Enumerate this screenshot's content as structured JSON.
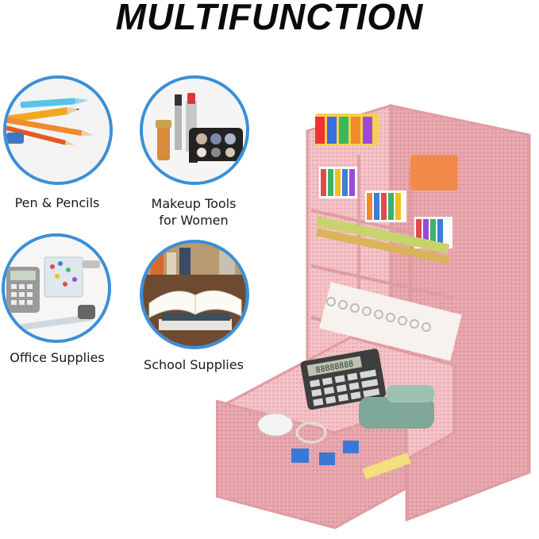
{
  "headline": "MULTIFUNCTION",
  "features": [
    {
      "label": "Pen & Pencils",
      "icon": "pens-pencils-photo"
    },
    {
      "label_lines": [
        "Makeup Tools",
        "for Women"
      ],
      "icon": "makeup-tools-photo"
    },
    {
      "label": "Office Supplies",
      "icon": "office-supplies-photo"
    },
    {
      "label": "School Supplies",
      "icon": "school-supplies-photo"
    }
  ],
  "product": {
    "icon": "pink-mesh-desk-organizer-photo",
    "calculator_display": "88888888"
  },
  "colors": {
    "circle_border": "#3b8fd6",
    "organizer_pink": "#f2b8bd",
    "text": "#1a1a1a"
  }
}
